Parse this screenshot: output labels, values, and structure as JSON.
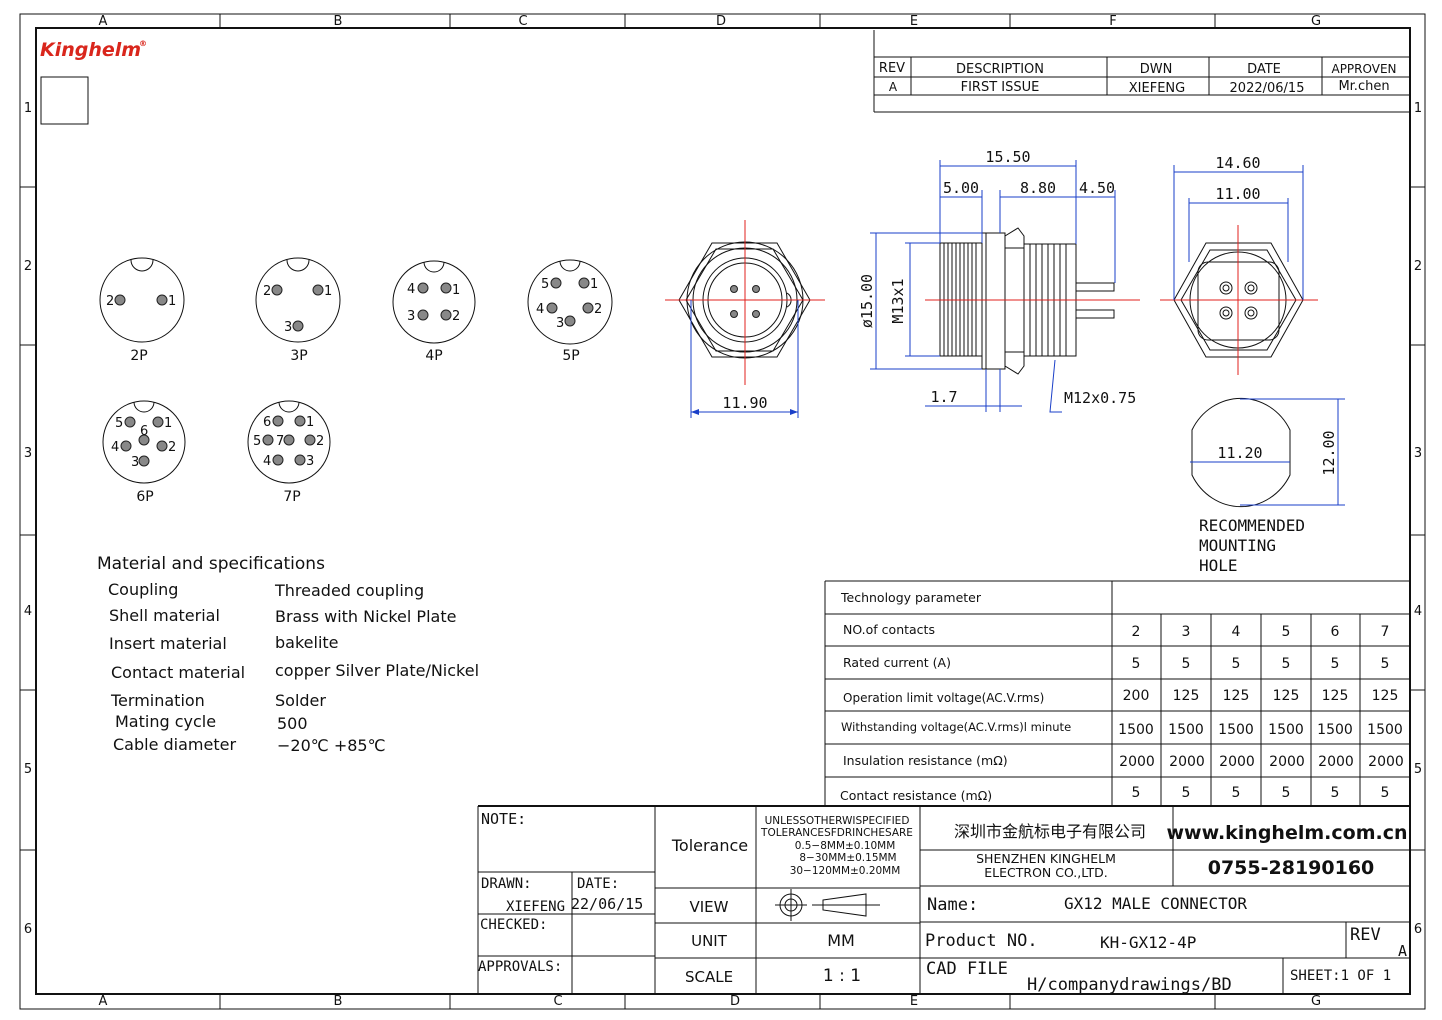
{
  "brand": {
    "logo": "Kinghelm",
    "registered": "®"
  },
  "frame": {
    "cols": [
      "A",
      "B",
      "C",
      "D",
      "E",
      "F",
      "G"
    ],
    "rows": [
      "1",
      "2",
      "3",
      "4",
      "5",
      "6"
    ]
  },
  "revision_table": {
    "headers": [
      "REV",
      "DESCRIPTION",
      "DWN",
      "DATE",
      "APPROVEN"
    ],
    "row": [
      "A",
      "FIRST ISSUE",
      "XIEFENG",
      "2022/06/15",
      "Mr.chen"
    ]
  },
  "pinouts": [
    {
      "label": "2P",
      "pins": [
        "2",
        "1"
      ]
    },
    {
      "label": "3P",
      "pins": [
        "2",
        "1",
        "3"
      ]
    },
    {
      "label": "4P",
      "pins": [
        "4",
        "1",
        "3",
        "2"
      ]
    },
    {
      "label": "5P",
      "pins": [
        "5",
        "1",
        "4",
        "2",
        "3"
      ]
    },
    {
      "label": "6P",
      "pins": [
        "5",
        "1",
        "6",
        "4",
        "2",
        "3"
      ]
    },
    {
      "label": "7P",
      "pins": [
        "6",
        "1",
        "5",
        "7",
        "2",
        "4",
        "3"
      ]
    }
  ],
  "dimensions": {
    "front_width": "11.90",
    "overall_length": "15.50",
    "seg1": "5.00",
    "seg2": "8.80",
    "seg3": "4.50",
    "diameter": "ø15.00",
    "thread_m13": "M13x1",
    "flange": "1.7",
    "thread_m12": "M12x0.75",
    "hex_width": "14.60",
    "inner_width": "11.00",
    "hole_width": "11.20",
    "hole_height": "12.00",
    "hole_caption": [
      "RECOMMENDED",
      "MOUNTING",
      "HOLE"
    ]
  },
  "specs": {
    "title": "Material and specifications",
    "rows": [
      {
        "k": "Coupling",
        "v": "Threaded coupling"
      },
      {
        "k": "Shell material",
        "v": "Brass with Nickel  Plate"
      },
      {
        "k": "Insert material",
        "v": "bakelite"
      },
      {
        "k": "Contact material",
        "v": "copper Silver  Plate/Nickel"
      },
      {
        "k": "Termination",
        "v": "Solder"
      },
      {
        "k": "Mating cycle",
        "v": "500"
      },
      {
        "k": "Cable diameter",
        "v": "−20℃ +85℃"
      }
    ]
  },
  "tech_table": {
    "title": "Technology parameter",
    "rows": [
      {
        "label": "NO.of contacts",
        "values": [
          "2",
          "3",
          "4",
          "5",
          "6",
          "7"
        ]
      },
      {
        "label": "Rated current (A)",
        "values": [
          "5",
          "5",
          "5",
          "5",
          "5",
          "5"
        ]
      },
      {
        "label": "Operation limit voltage(AC.V.rms)",
        "values": [
          "200",
          "125",
          "125",
          "125",
          "125",
          "125"
        ]
      },
      {
        "label": "Withstanding voltage(AC.V.rms)l minute",
        "values": [
          "1500",
          "1500",
          "1500",
          "1500",
          "1500",
          "1500"
        ]
      },
      {
        "label": "Insulation resistance (mΩ)",
        "values": [
          "2000",
          "2000",
          "2000",
          "2000",
          "2000",
          "2000"
        ]
      },
      {
        "label": "Contact resistance (mΩ)",
        "values": [
          "5",
          "5",
          "5",
          "5",
          "5",
          "5"
        ]
      }
    ]
  },
  "title_block": {
    "note": "NOTE:",
    "drawn": "DRAWN:",
    "drawn_by": "XIEFENG",
    "date_label": "DATE:",
    "date": "22/06/15",
    "checked": "CHECKED:",
    "approvals": "APPROVALS:",
    "tolerance": "Tolerance",
    "tolerance_lines": [
      "UNLESSOTHERWISPECIFIED",
      "TOLERANCESFDRINCHESARE",
      "0.5−8MM±0.10MM",
      "8−30MM±0.15MM",
      "30−120MM±0.20MM"
    ],
    "view": "VIEW",
    "unit": "UNIT",
    "unit_value": "MM",
    "scale": "SCALE",
    "scale_value": "1 : 1",
    "company_cn": "深圳市金航标电子有限公司",
    "company_en": [
      "SHENZHEN KINGHELM",
      "ELECTRON CO.,LTD."
    ],
    "website": "www.kinghelm.com.cn",
    "phone": "0755-28190160",
    "name_label": "Name:",
    "name_value": "GX12 MALE CONNECTOR",
    "product_label": "Product NO.",
    "product_value": "KH-GX12-4P",
    "rev_label": "REV",
    "rev_value": "A",
    "cad_label": "CAD FILE",
    "cad_value": "H/companydrawings/BD",
    "sheet": "SHEET:1  OF  1"
  }
}
